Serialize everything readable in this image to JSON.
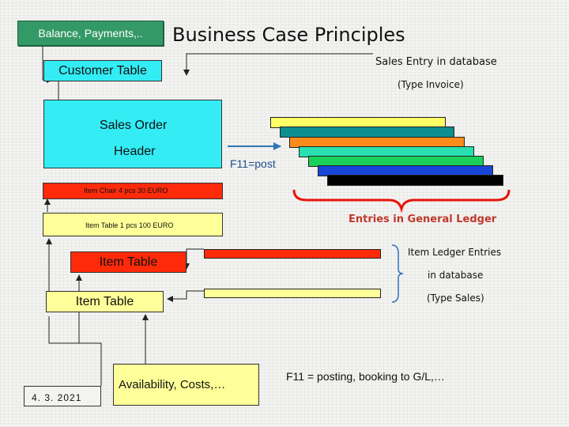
{
  "title": "Business Case Principles",
  "boxes": {
    "balance_payments": "Balance, Payments,..",
    "customer_table": "Customer Table",
    "sales_order_header_line1": "Sales Order",
    "sales_order_header_line2": "Header",
    "item_chair": "Item  Chair  4 pcs   30 EURO",
    "item_table_line": "Item Table  1 pcs 100 EURO",
    "item_table_red": "Item Table",
    "item_table_yellow": "Item Table",
    "availability_costs": "Availability, Costs,…"
  },
  "labels": {
    "sales_entry": "Sales Entry in database",
    "type_invoice": "(Type Invoice)",
    "f11_post": "F11=post",
    "entries_gl": "Entries in General Ledger",
    "item_ledger": "Item Ledger Entries",
    "in_database": "in database",
    "type_sales": "(Type Sales)",
    "f11_posting": "F11 = posting, booking to G/L,…",
    "date": "4. 3. 2021"
  },
  "colors": {
    "cyan_box": "#33ecf4",
    "yellow_box": "#ffff99",
    "red_box": "#ff2a0a",
    "green_box": "#339966",
    "gl_bar_colors": [
      "#ffff66",
      "#0e8f8f",
      "#ff8c1a",
      "#29e0b0",
      "#19d15a",
      "#1846d6",
      "#1f1fb0",
      "#000000"
    ],
    "brace": "#e8140a",
    "arrow": "#2e75b6"
  },
  "icons": [
    "arrow-right-icon",
    "arrow-down-icon",
    "arrow-up-icon",
    "curly-brace-icon",
    "right-bracket-icon"
  ]
}
